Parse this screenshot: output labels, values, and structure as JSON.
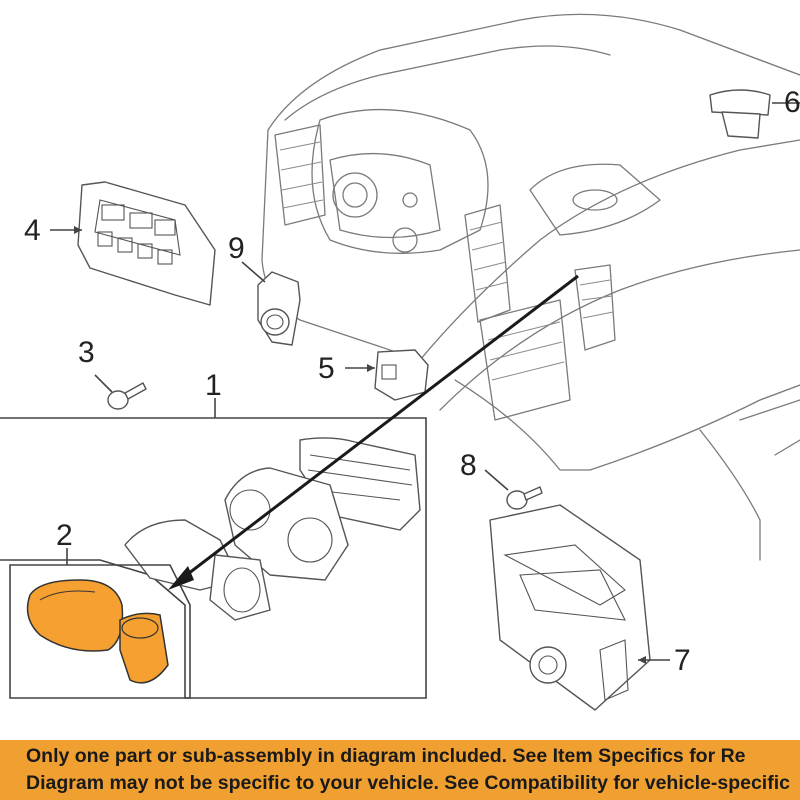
{
  "callouts": {
    "c1": "1",
    "c2": "2",
    "c3": "3",
    "c4": "4",
    "c5": "5",
    "c6": "6",
    "c7": "7",
    "c8": "8",
    "c9": "9"
  },
  "colors": {
    "highlight_fill": "#f5a030",
    "banner_bg": "#f0a030",
    "line_art": "#7a7a7a"
  },
  "banner": {
    "line1": "Only one part or sub-assembly in diagram included. See Item Specifics for Re",
    "line2": "Diagram may not be specific to your vehicle. See Compatibility for vehicle-specific"
  }
}
